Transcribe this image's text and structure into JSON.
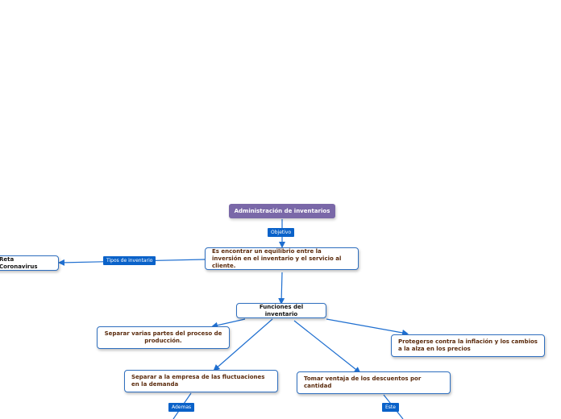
{
  "colors": {
    "root_fill": "#7a68a8",
    "line": "#1f6fd0",
    "tag_fill": "#0a62c9",
    "node_border": "#2f6fbf",
    "node_text": "#5a2a0c"
  },
  "root": {
    "label": "Administración de inventarios"
  },
  "nodes": {
    "objetivo_node": "Es encontrar un equilibrio entre la inversión en el inventario y el servicio al cliente.",
    "covid_node": "Reta Coronavirus",
    "funciones": "Funciones del inventario",
    "separar_partes": "Separar varias partes del proceso de producción.",
    "protegerse": "Protegerse contra la inflación y los cambios a la alza en los precios",
    "separar_empresa": "Separar a la empresa de las fluctuaciones en la demanda",
    "tomar_ventaja": "Tomar ventaja de los descuentos por cantidad"
  },
  "tags": {
    "objetivo": "Objetivo",
    "tipos": "Tipos de inventario",
    "ademas": "Ademas",
    "este": "Este"
  }
}
